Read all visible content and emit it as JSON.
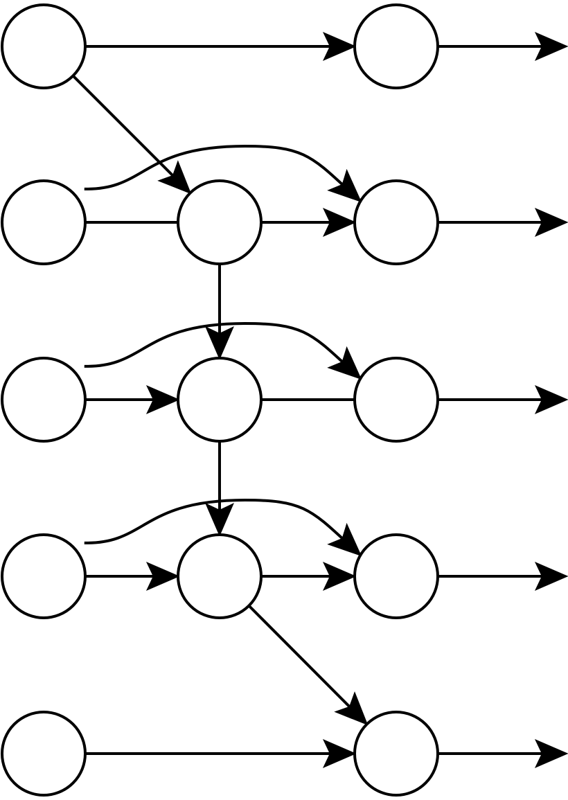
{
  "diagram": {
    "stroke_color": "#000000",
    "fill_color": "#ffffff",
    "nodes": [
      {
        "id": "r1c1"
      },
      {
        "id": "r1c3"
      },
      {
        "id": "r2c1"
      },
      {
        "id": "r2c2"
      },
      {
        "id": "r2c3"
      },
      {
        "id": "r3c1"
      },
      {
        "id": "r3c2"
      },
      {
        "id": "r3c3"
      },
      {
        "id": "r4c1"
      },
      {
        "id": "r4c2"
      },
      {
        "id": "r4c3"
      },
      {
        "id": "r5c1"
      },
      {
        "id": "r5c3"
      }
    ],
    "edges": [
      {
        "from": "r1c1",
        "to": "r1c3",
        "arrow": true
      },
      {
        "from": "r1c1",
        "to": "r2c2",
        "arrow": true
      },
      {
        "from": "r1c3",
        "to": "out-1",
        "arrow": true
      },
      {
        "from": "r2c1",
        "to": "r2c2",
        "arrow": false
      },
      {
        "from": "r2c1",
        "to": "r2c3",
        "arrow": true,
        "curved": true
      },
      {
        "from": "r2c2",
        "to": "r2c3",
        "arrow": true
      },
      {
        "from": "r2c2",
        "to": "r3c2",
        "arrow": true
      },
      {
        "from": "r2c3",
        "to": "out-2",
        "arrow": true
      },
      {
        "from": "r3c1",
        "to": "r3c2",
        "arrow": true
      },
      {
        "from": "r3c1",
        "to": "r3c3",
        "arrow": true,
        "curved": true
      },
      {
        "from": "r3c2",
        "to": "r3c3",
        "arrow": false
      },
      {
        "from": "r3c2",
        "to": "r4c2",
        "arrow": true
      },
      {
        "from": "r3c3",
        "to": "out-3",
        "arrow": true
      },
      {
        "from": "r4c1",
        "to": "r4c2",
        "arrow": true
      },
      {
        "from": "r4c1",
        "to": "r4c3",
        "arrow": true,
        "curved": true
      },
      {
        "from": "r4c2",
        "to": "r4c3",
        "arrow": true
      },
      {
        "from": "r4c2",
        "to": "r5c3",
        "arrow": true
      },
      {
        "from": "r4c3",
        "to": "out-4",
        "arrow": true
      },
      {
        "from": "r5c1",
        "to": "r5c3",
        "arrow": true
      },
      {
        "from": "r5c3",
        "to": "out-5",
        "arrow": true
      }
    ]
  }
}
